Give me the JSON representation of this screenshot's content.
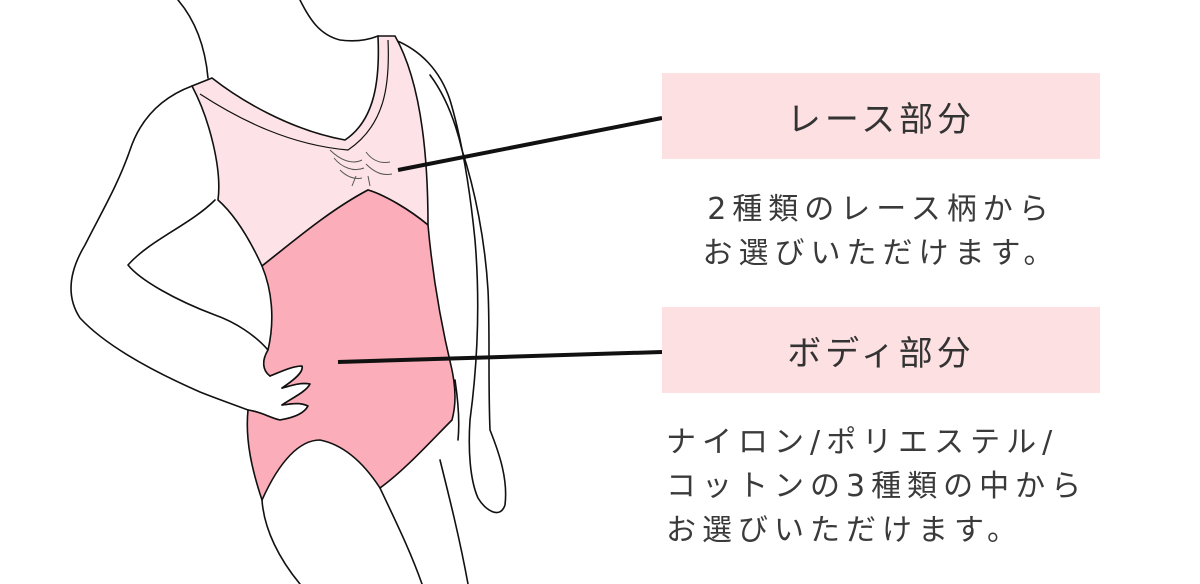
{
  "colors": {
    "lace_fill": "#fde3e8",
    "body_fill": "#fbaeb9",
    "label_bg": "#fde0e2",
    "outline": "#111111"
  },
  "lace": {
    "label": "レース部分",
    "desc_lines": [
      "2種類のレース柄から",
      "お選びいただけます。"
    ]
  },
  "body_part": {
    "label": "ボディ部分",
    "desc_lines": [
      "ナイロン/ポリエステル/",
      "コットンの3種類の中から",
      "お選びいただけます。"
    ]
  }
}
